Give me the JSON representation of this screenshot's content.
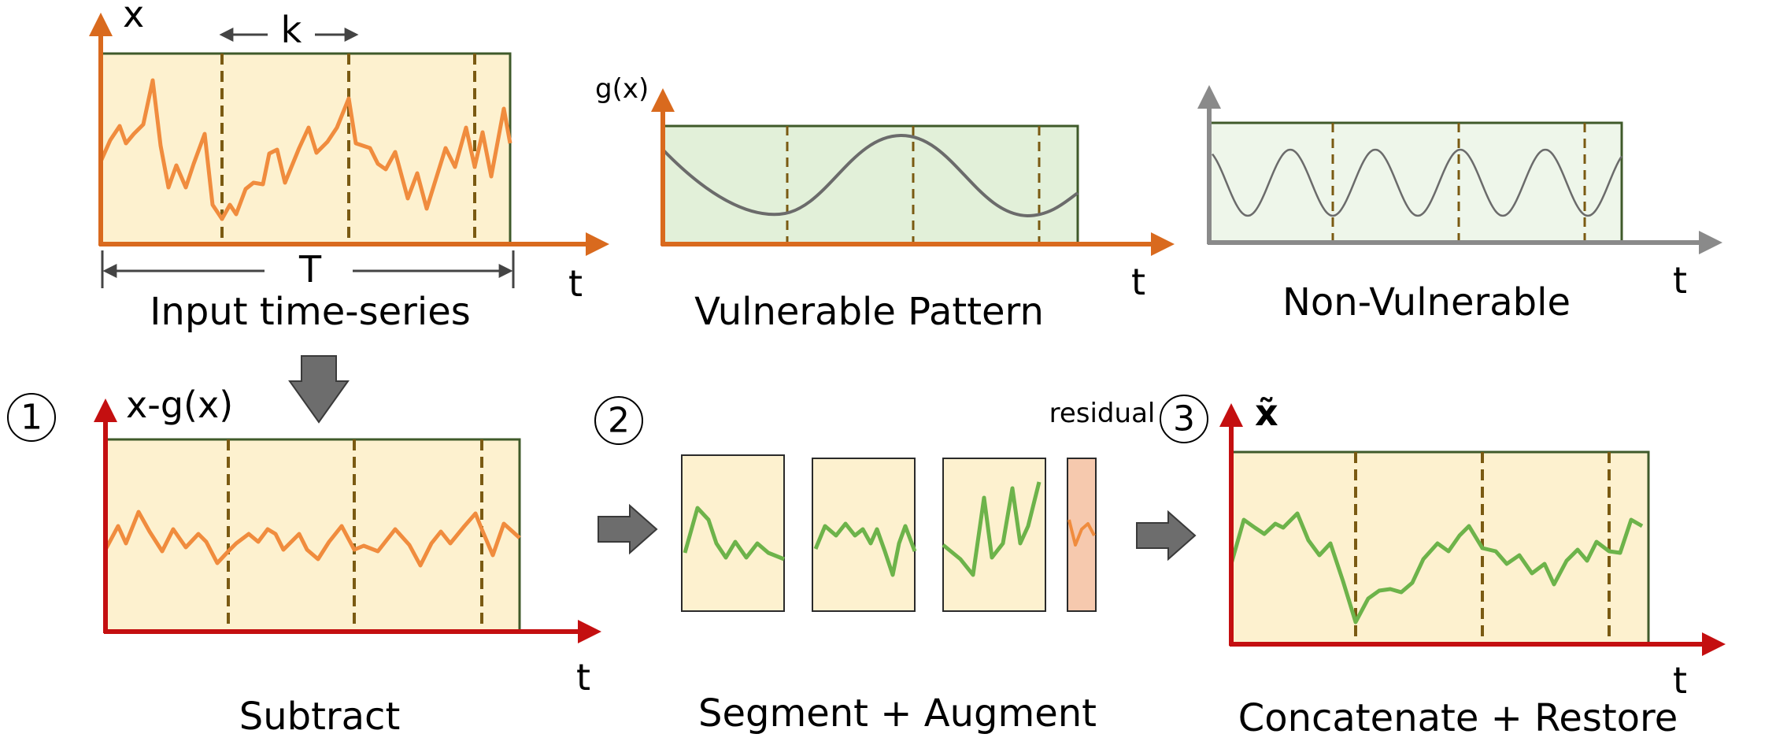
{
  "colors": {
    "input_panel_fill": "#fdf1cf",
    "panel_border": "#3f5a2a",
    "orange_signal": "#f08c3e",
    "orange_axis": "#d96a1e",
    "red_axis": "#c40f10",
    "green_panel_fill": "#e2f0d9",
    "light_green_panel_fill": "#eef6ea",
    "gray_axis": "#8a8a8a",
    "sine_gray": "#6b6b6b",
    "green_signal": "#6db34a",
    "dashed_line": "#7a5a12",
    "residual_fill": "#f6c9ae",
    "block_arrow": "#6d6d6d"
  },
  "panels": {
    "input": {
      "y_label": "x",
      "k_label": "k",
      "T_label": "T",
      "t_label": "t",
      "caption": "Input time-series"
    },
    "vulnerable": {
      "y_label": "g(x)",
      "t_label": "t",
      "caption": "Vulnerable Pattern"
    },
    "non_vulnerable": {
      "t_label": "t",
      "caption": "Non-Vulnerable"
    },
    "subtract": {
      "step": "1",
      "y_label": "x-g(x)",
      "t_label": "t",
      "caption": "Subtract"
    },
    "segment": {
      "step": "2",
      "residual_label": "residual",
      "caption": "Segment + Augment"
    },
    "restore": {
      "step": "3",
      "y_label": "x̃",
      "t_label": "t",
      "caption": "Concatenate + Restore"
    }
  },
  "icons": [
    "down-block-arrow-icon",
    "right-block-arrow-icon"
  ]
}
